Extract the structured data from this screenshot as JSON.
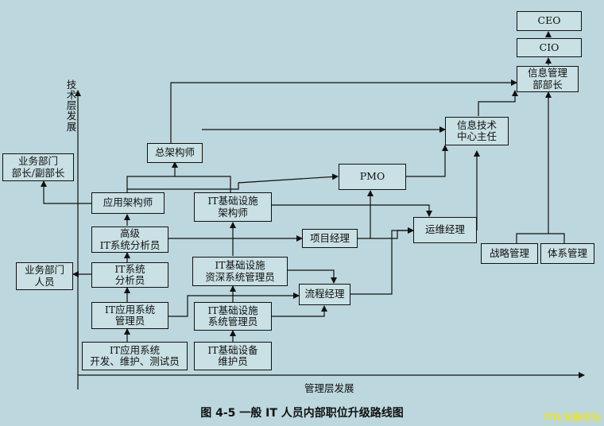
{
  "nodes": {
    "ceo": "CEO",
    "cio": "CIO",
    "info_mgmt_director": "信息管理\n部部长",
    "info_tech_center_head": "信息技术\n中心主任",
    "chief_architect": "总架构师",
    "business_dept_head": "业务部门\n部长/副部长",
    "pmo": "PMO",
    "app_architect": "应用架构师",
    "it_infra_architect": "IT基础设施\n架构师",
    "senior_it_analyst": "高级\nIT系统分析员",
    "project_manager": "项目经理",
    "ops_manager": "运维经理",
    "strategy_manager": "战略管理",
    "system_manager": "体系管理",
    "business_staff": "业务部门\n人员",
    "it_system_analyst": "IT系统\n分析员",
    "it_infra_senior_admin": "IT基础设施\n资深系统管理员",
    "process_manager": "流程经理",
    "it_app_admin": "IT应用系统\n管理员",
    "it_infra_admin": "IT基础设施\n系统管理员",
    "it_app_dev": "IT应用系统\n开发、维护、测试员",
    "it_infra_maint": "IT基础设备\n维护员"
  },
  "axes": {
    "vertical": "技术层发展",
    "horizontal": "管理层发展"
  },
  "caption": "图 4-5    一般 IT 人员内部职位升级路线图",
  "watermark": "ITIL先锋论坛"
}
